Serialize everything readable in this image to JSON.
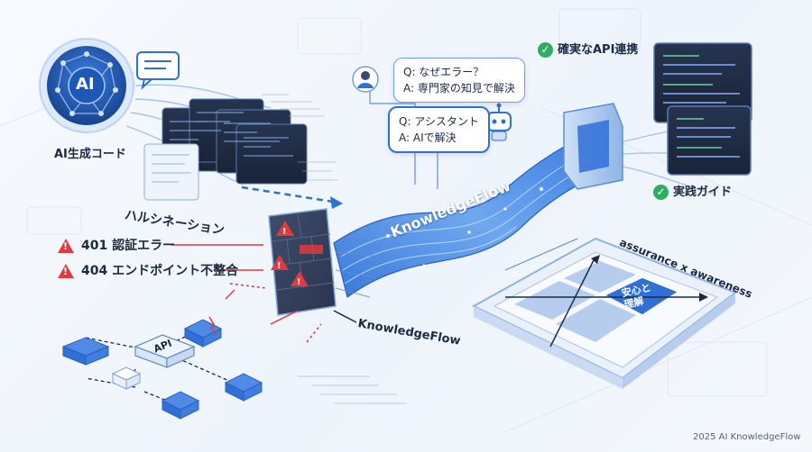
{
  "labels": {
    "ai_code": "AI生成コード",
    "hallucination": "ハルシネーション",
    "error_401": "401 認証エラー",
    "error_404": "404 エンドポイント不整合",
    "flow_tube": "KnowledgeFlow",
    "flow_gate": "KnowledgeFlow",
    "api_link": "確実なAPI連携",
    "practice_guide": "実践ガイド",
    "assurance": "assurance x awareness",
    "quad_center": "安心と\n理解",
    "footer": "2025 AI KnowledgeFlow",
    "ai_badge": "AI",
    "api_node": "API"
  },
  "bubbles": {
    "expert": {
      "q": "Q: なぜエラー？",
      "a": "A: 専門家の知見で解決"
    },
    "assistant": {
      "q": "Q: アシスタント",
      "a": "A: AIで解決"
    }
  },
  "colors": {
    "accent_blue": "#2f6fd6",
    "error_red": "#e0393e",
    "success_green": "#2fae62",
    "dark_navy": "#1b2a44"
  }
}
